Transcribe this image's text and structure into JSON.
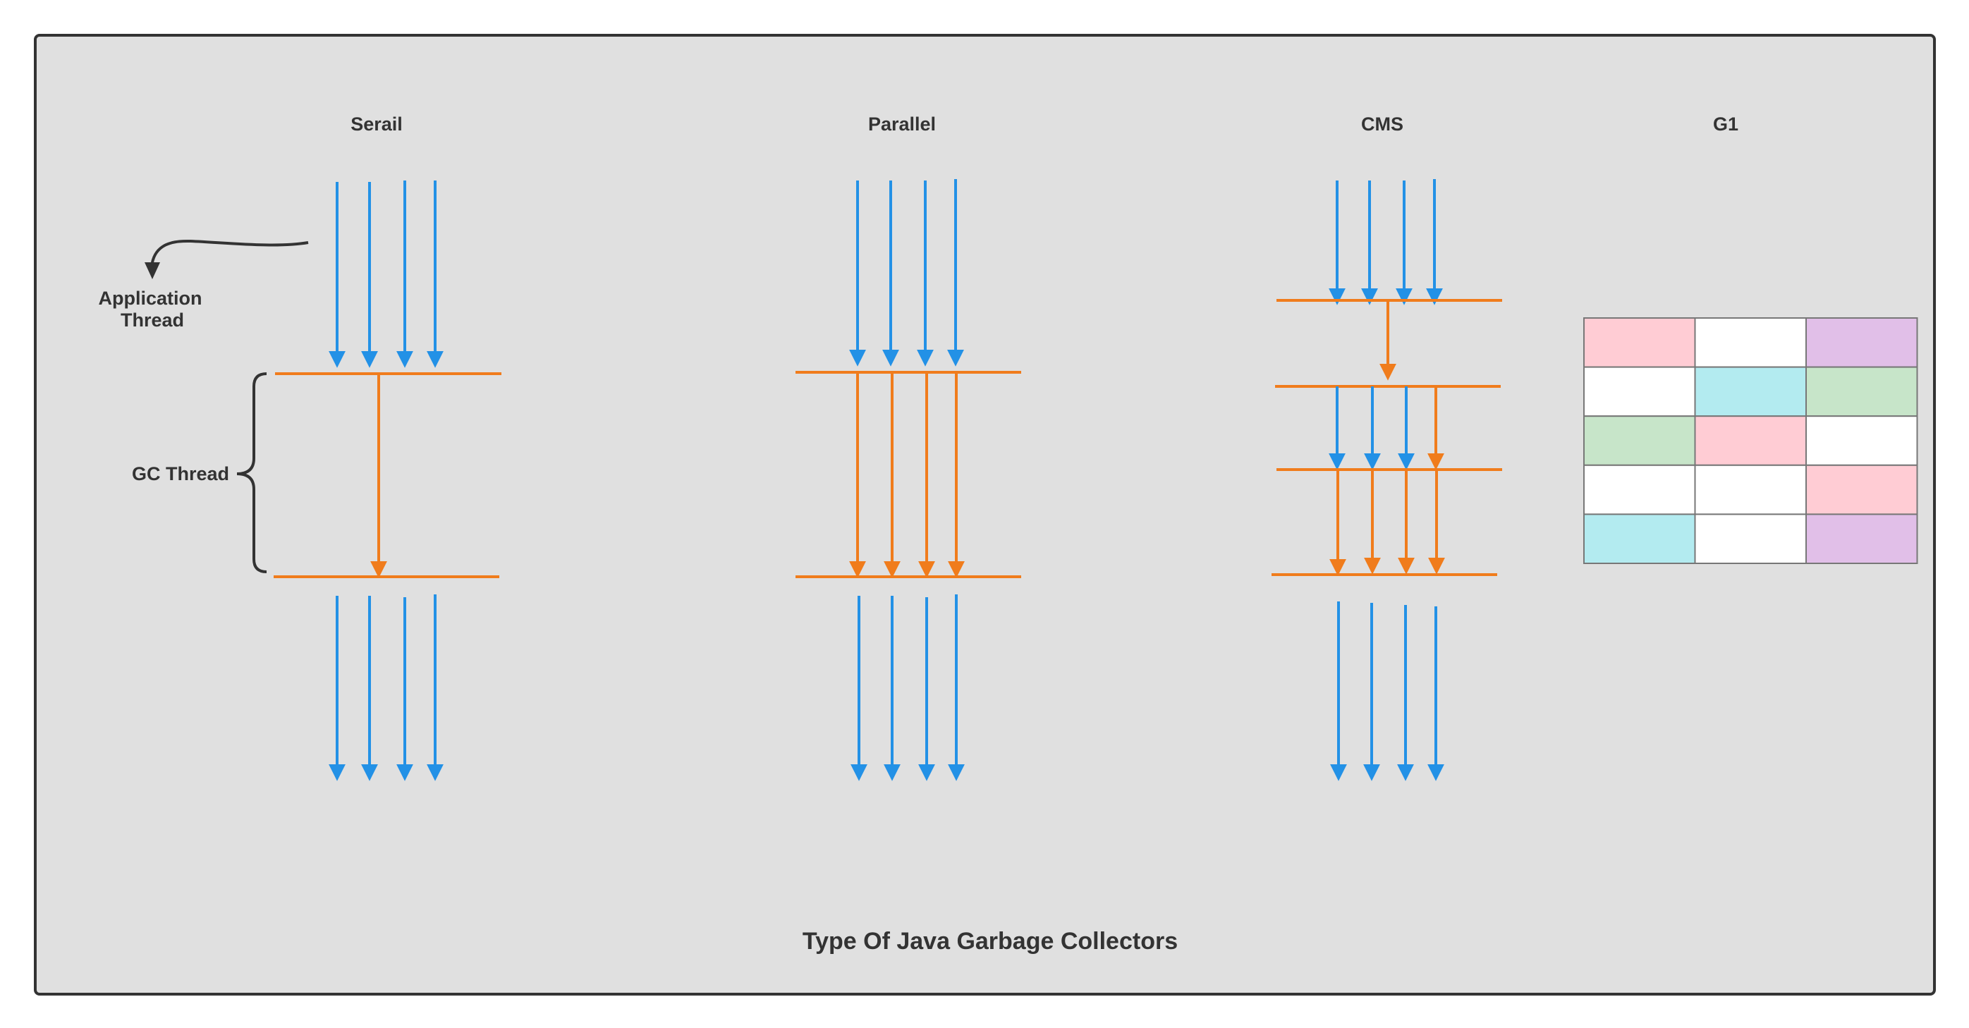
{
  "title": "Type Of Java Garbage Collectors",
  "collectors": {
    "serial": {
      "label": "Serail"
    },
    "parallel": {
      "label": "Parallel"
    },
    "cms": {
      "label": "CMS"
    },
    "g1": {
      "label": "G1"
    }
  },
  "annotations": {
    "application_thread": [
      "Application",
      "Thread"
    ],
    "gc_thread": "GC Thread"
  },
  "colors": {
    "background": "#e0e0e0",
    "border": "#333333",
    "application_thread": "#2391e6",
    "gc_thread": "#f07c1c",
    "text": "#333333",
    "grid_line": "#777777"
  },
  "g1_region_colors": {
    "pink": "#ffccd4",
    "white": "#ffffff",
    "purple": "#e1bfe8",
    "cyan": "#b3ebf0",
    "green": "#c7e5c9"
  },
  "g1_regions": [
    [
      "pink",
      "white",
      "purple"
    ],
    [
      "white",
      "cyan",
      "green"
    ],
    [
      "green",
      "pink",
      "white"
    ],
    [
      "white",
      "white",
      "pink"
    ],
    [
      "cyan",
      "white",
      "purple"
    ]
  ]
}
